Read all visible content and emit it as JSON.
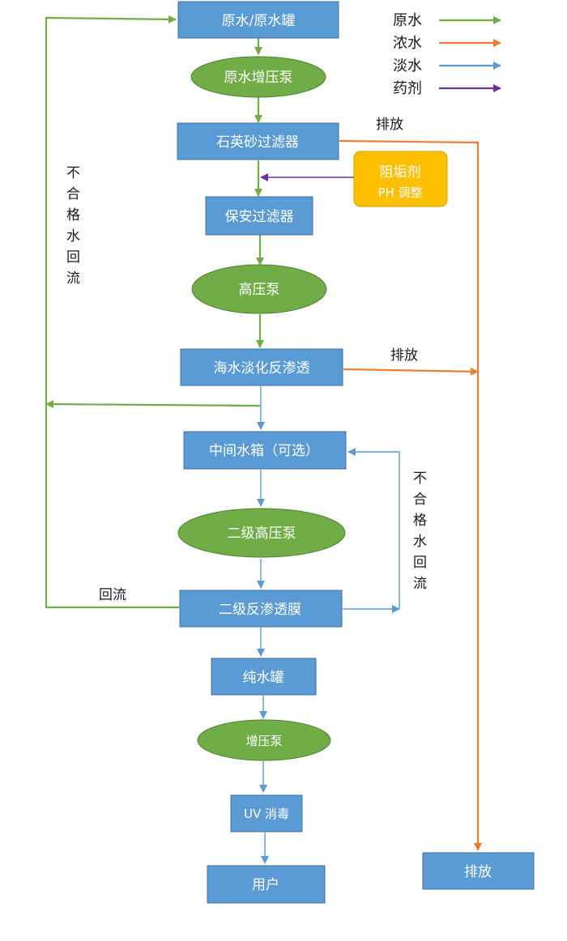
{
  "legend": {
    "items": [
      {
        "label": "原水",
        "color": "#70ad47"
      },
      {
        "label": "浓水",
        "color": "#ed7d31"
      },
      {
        "label": "淡水",
        "color": "#5b9bd5"
      },
      {
        "label": "药剂",
        "color": "#7030a0"
      }
    ]
  },
  "nodes": {
    "raw_tank": "原水/原水罐",
    "raw_pump": "原水增压泵",
    "sand_filter": "石英砂过滤器",
    "antiscalant_line1": "阻垢剂",
    "antiscalant_line2": "PH 调整",
    "security_filter": "保安过滤器",
    "high_pump": "高压泵",
    "seawater_ro": "海水淡化反渗透",
    "middle_tank": "中间水箱（可选）",
    "second_pump": "二级高压泵",
    "second_ro": "二级反渗透膜",
    "pure_tank": "纯水罐",
    "booster_pump": "增压泵",
    "uv": "UV 消毒",
    "user": "用户",
    "drain": "排放"
  },
  "labels": {
    "drain1": "排放",
    "drain2": "排放",
    "reflux": "回流",
    "unqualified_left": [
      "不",
      "合",
      "格",
      "水",
      "回",
      "流"
    ],
    "unqualified_right": [
      "不",
      "合",
      "格",
      "水",
      "回",
      "流"
    ]
  },
  "colors": {
    "box": "#5b9bd5",
    "ellipse": "#70ad47",
    "orange_box": "#ffc000"
  }
}
